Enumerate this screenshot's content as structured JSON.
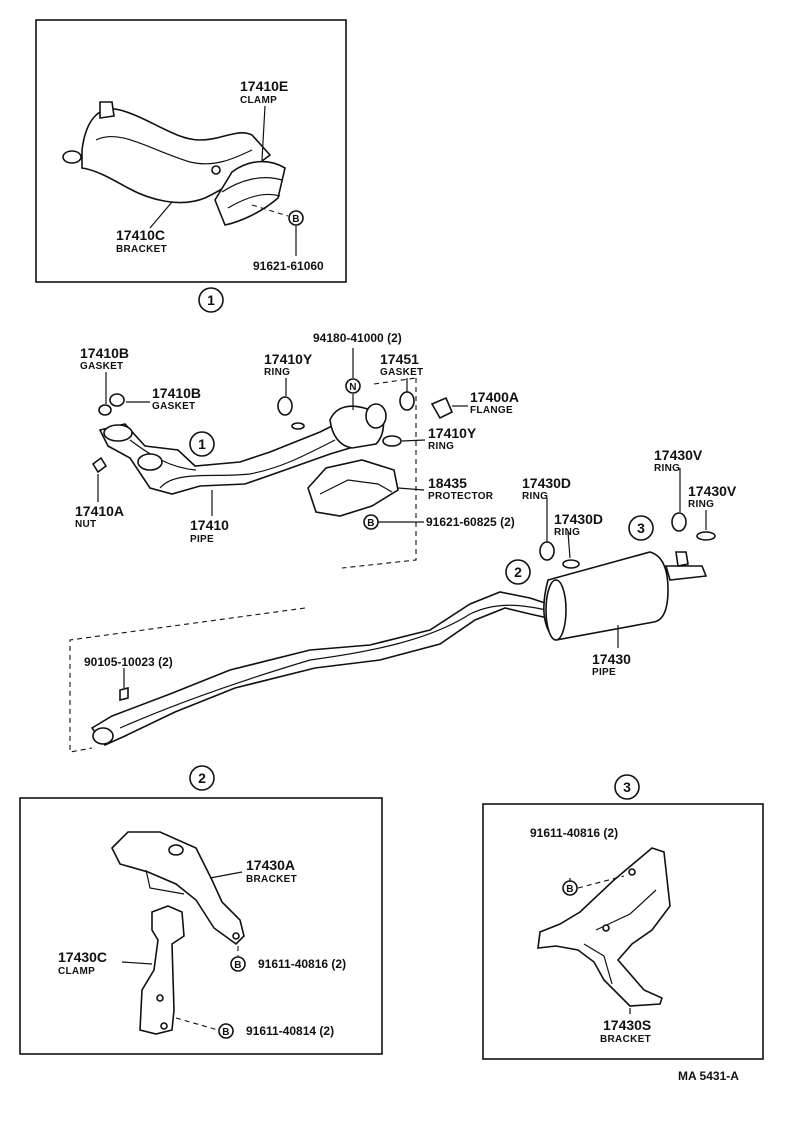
{
  "callouts": {
    "c1": "1",
    "c2": "2",
    "c3": "3"
  },
  "inset1": {
    "clamp": {
      "pn": "17410E",
      "name": "CLAMP"
    },
    "bracket": {
      "pn": "17410C",
      "name": "BRACKET"
    },
    "bolt": {
      "symbol": "B",
      "pn": "91621-61060"
    }
  },
  "main": {
    "gasket_a": {
      "pn": "17410B",
      "name": "GASKET"
    },
    "gasket_b": {
      "pn": "17410B",
      "name": "GASKET"
    },
    "nut": {
      "pn": "17410A",
      "name": "NUT"
    },
    "pipe_front": {
      "pn": "17410",
      "name": "PIPE"
    },
    "ring_y1": {
      "pn": "17410Y",
      "name": "RING"
    },
    "ring_y2": {
      "pn": "17410Y",
      "name": "RING"
    },
    "nut_n": {
      "symbol": "N",
      "pn": "94180-41000 (2)"
    },
    "gasket_17451": {
      "pn": "17451",
      "name": "GASKET"
    },
    "flange": {
      "pn": "17400A",
      "name": "FLANGE"
    },
    "protector": {
      "pn": "18435",
      "name": "PROTECTOR"
    },
    "bolt_prot": {
      "symbol": "B",
      "pn": "91621-60825 (2)"
    },
    "ring_d1": {
      "pn": "17430D",
      "name": "RING"
    },
    "ring_d2": {
      "pn": "17430D",
      "name": "RING"
    },
    "ring_v1": {
      "pn": "17430V",
      "name": "RING"
    },
    "ring_v2": {
      "pn": "17430V",
      "name": "RING"
    },
    "bolt_center": {
      "pn": "90105-10023 (2)"
    },
    "pipe_rear": {
      "pn": "17430",
      "name": "PIPE"
    }
  },
  "inset2": {
    "bracket": {
      "pn": "17430A",
      "name": "BRACKET"
    },
    "clamp": {
      "pn": "17430C",
      "name": "CLAMP"
    },
    "bolt_a": {
      "symbol": "B",
      "pn": "91611-40816 (2)"
    },
    "bolt_b": {
      "symbol": "B",
      "pn": "91611-40814 (2)"
    }
  },
  "inset3": {
    "bolt": {
      "symbol": "B",
      "pn": "91611-40816 (2)"
    },
    "bracket": {
      "pn": "17430S",
      "name": "BRACKET"
    }
  },
  "footer": {
    "ref": "MA  5431-A"
  }
}
